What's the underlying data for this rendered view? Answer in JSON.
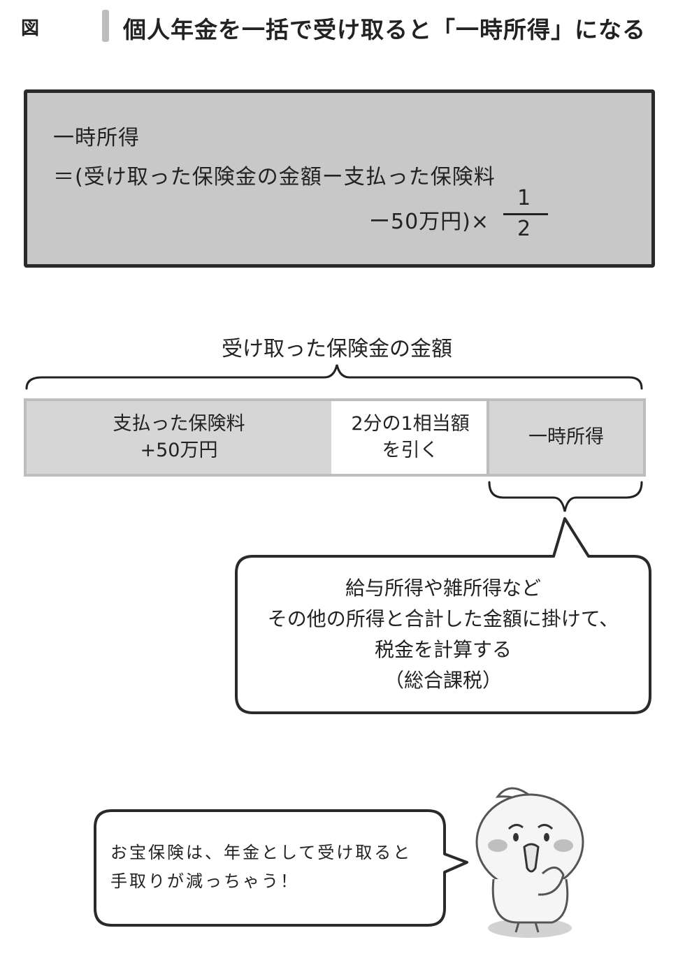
{
  "figure_label": "図",
  "title": "個人年金を一括で受け取ると「一時所得」になる",
  "formula": {
    "line1": "一時所得",
    "line2": "＝(受け取った保険金の金額ー支払った保険料",
    "line3": "ー50万円)×",
    "fraction_numerator": "1",
    "fraction_denominator": "2"
  },
  "diagram": {
    "total_label": "受け取った保険金の金額",
    "segments": [
      {
        "line1": "支払った保険料",
        "line2": "+50万円"
      },
      {
        "line1": "2分の1相当額",
        "line2": "を引く"
      },
      {
        "line1": "一時所得",
        "line2": ""
      }
    ]
  },
  "bubble_tax": {
    "lines": [
      "給与所得や雑所得など",
      "その他の所得と合計した金額に掛けて、",
      "税金を計算する",
      "（総合課税）"
    ]
  },
  "bubble_bird": {
    "lines": [
      "お宝保険は、年金として受け取ると",
      "手取りが減っちゃう！"
    ]
  }
}
